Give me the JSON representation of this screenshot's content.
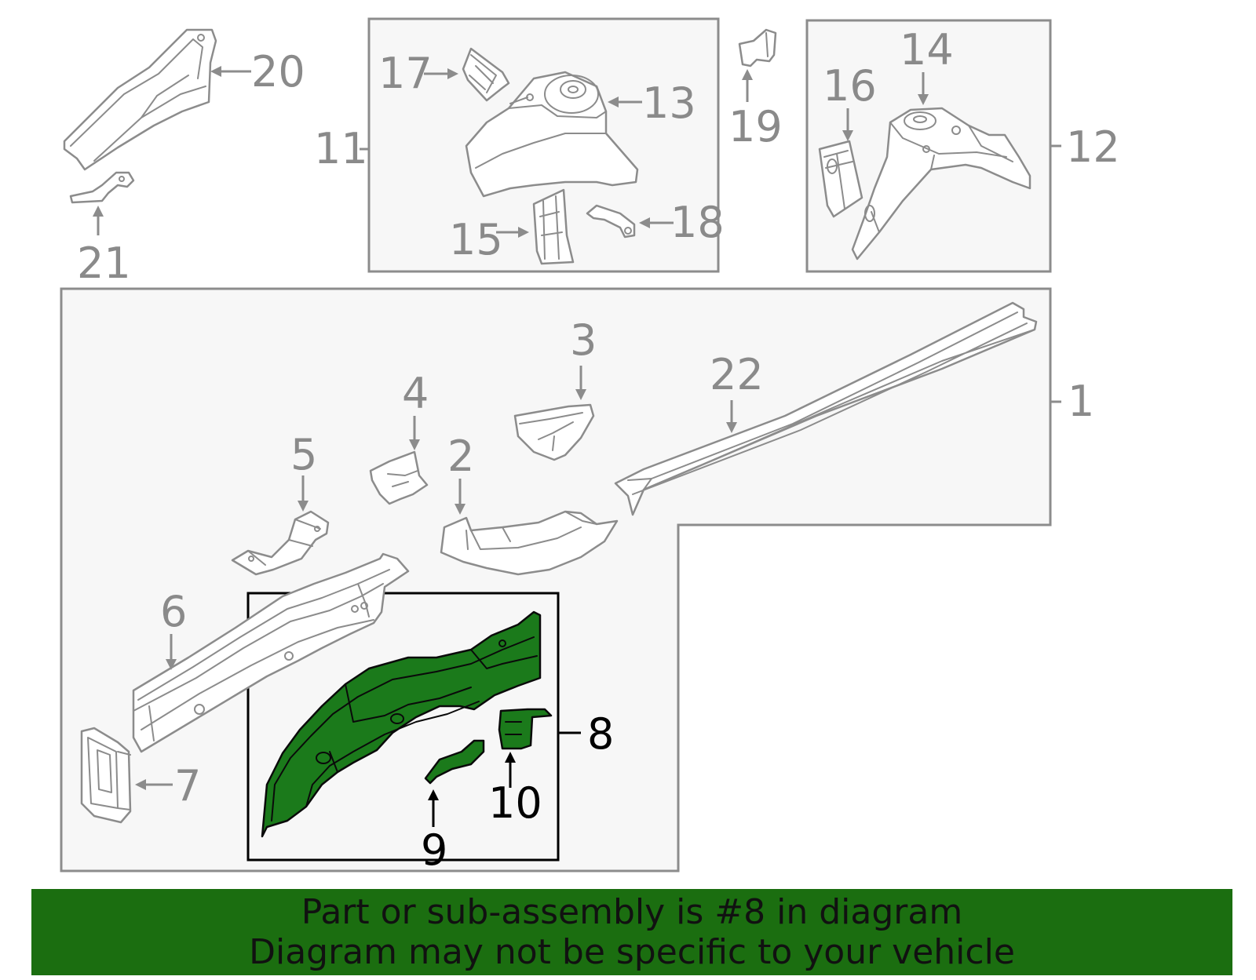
{
  "callouts": {
    "c1": "1",
    "c2": "2",
    "c3": "3",
    "c4": "4",
    "c5": "5",
    "c6": "6",
    "c7": "7",
    "c8": "8",
    "c9": "9",
    "c10": "10",
    "c11": "11",
    "c12": "12",
    "c13": "13",
    "c14": "14",
    "c15": "15",
    "c16": "16",
    "c17": "17",
    "c18": "18",
    "c19": "19",
    "c20": "20",
    "c21": "21",
    "c22": "22"
  },
  "banner": {
    "line1": "Part or sub-assembly is #8 in diagram",
    "line2": "Diagram may not be specific to your vehicle"
  },
  "colors": {
    "highlight": "#1b7a1b",
    "banner_bg": "#1b6e10",
    "callout_gray": "#8a8a8a",
    "box_fill": "#f7f7f7"
  }
}
